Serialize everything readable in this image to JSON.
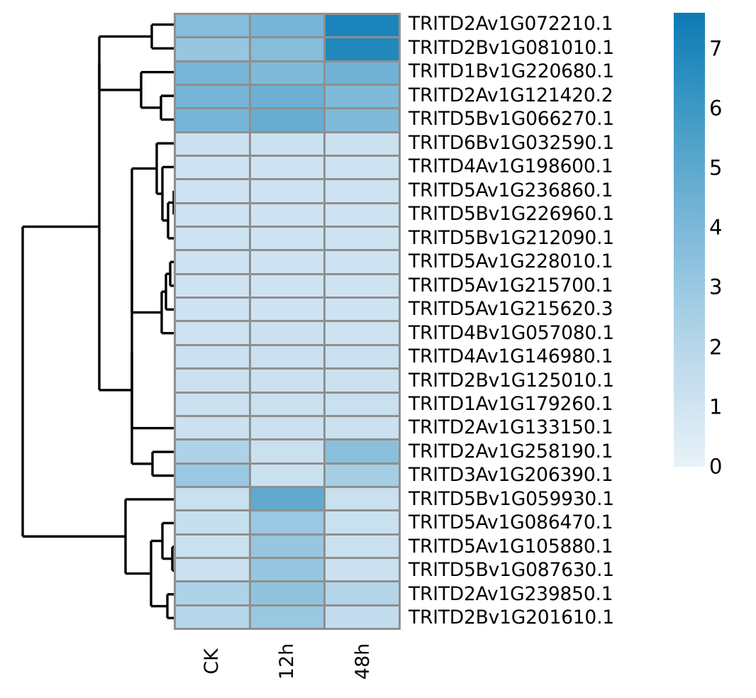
{
  "chart_data": {
    "type": "heatmap",
    "title": "",
    "xlabel": "",
    "ylabel": "",
    "columns": [
      "CK",
      "12h",
      "48h"
    ],
    "rows": [
      "TRITD2Av1G072210.1",
      "TRITD2Bv1G081010.1",
      "TRITD1Bv1G220680.1",
      "TRITD2Av1G121420.2",
      "TRITD5Bv1G066270.1",
      "TRITD6Bv1G032590.1",
      "TRITD4Av1G198600.1",
      "TRITD5Av1G236860.1",
      "TRITD5Bv1G226960.1",
      "TRITD5Bv1G212090.1",
      "TRITD5Av1G228010.1",
      "TRITD5Av1G215700.1",
      "TRITD5Av1G215620.3",
      "TRITD4Bv1G057080.1",
      "TRITD4Av1G146980.1",
      "TRITD2Bv1G125010.1",
      "TRITD1Av1G179260.1",
      "TRITD2Av1G133150.1",
      "TRITD2Av1G258190.1",
      "TRITD3Av1G206390.1",
      "TRITD5Bv1G059930.1",
      "TRITD5Av1G086470.1",
      "TRITD5Av1G105880.1",
      "TRITD5Bv1G087630.1",
      "TRITD2Av1G239850.1",
      "TRITD2Bv1G201610.1"
    ],
    "values": [
      [
        3.7,
        4.2,
        7.1
      ],
      [
        3.1,
        3.7,
        6.9
      ],
      [
        4.1,
        3.9,
        4.4
      ],
      [
        4.2,
        4.5,
        3.9
      ],
      [
        4.2,
        4.7,
        3.9
      ],
      [
        1.2,
        1.2,
        1.2
      ],
      [
        1.1,
        1.1,
        1.1
      ],
      [
        1.1,
        1.1,
        1.1
      ],
      [
        1.1,
        1.1,
        1.1
      ],
      [
        1.1,
        1.1,
        1.1
      ],
      [
        1.1,
        1.1,
        1.1
      ],
      [
        1.1,
        1.1,
        1.1
      ],
      [
        1.1,
        1.1,
        1.1
      ],
      [
        1.1,
        1.2,
        1.1
      ],
      [
        1.2,
        1.2,
        1.2
      ],
      [
        1.2,
        1.2,
        1.2
      ],
      [
        1.2,
        1.2,
        1.3
      ],
      [
        1.2,
        1.2,
        1.2
      ],
      [
        2.3,
        1.3,
        3.5
      ],
      [
        3.0,
        1.2,
        2.6
      ],
      [
        1.3,
        4.9,
        1.3
      ],
      [
        1.4,
        3.0,
        1.3
      ],
      [
        1.3,
        3.1,
        1.3
      ],
      [
        1.2,
        3.1,
        1.2
      ],
      [
        2.3,
        3.3,
        2.1
      ],
      [
        2.0,
        3.0,
        1.5
      ]
    ],
    "colorbar": {
      "ticks": [
        0,
        1,
        2,
        3,
        4,
        5,
        6,
        7
      ],
      "vmin": 0,
      "vmax": 7.6,
      "gradient_low": "#e8f2f8",
      "gradient_high": "#0d7ab4",
      "position": "right"
    },
    "grid": true,
    "cell_border_color": "#8f8f8f",
    "dendrogram": {
      "position": "left",
      "orientation": "rows",
      "line_color": "#000000"
    }
  }
}
